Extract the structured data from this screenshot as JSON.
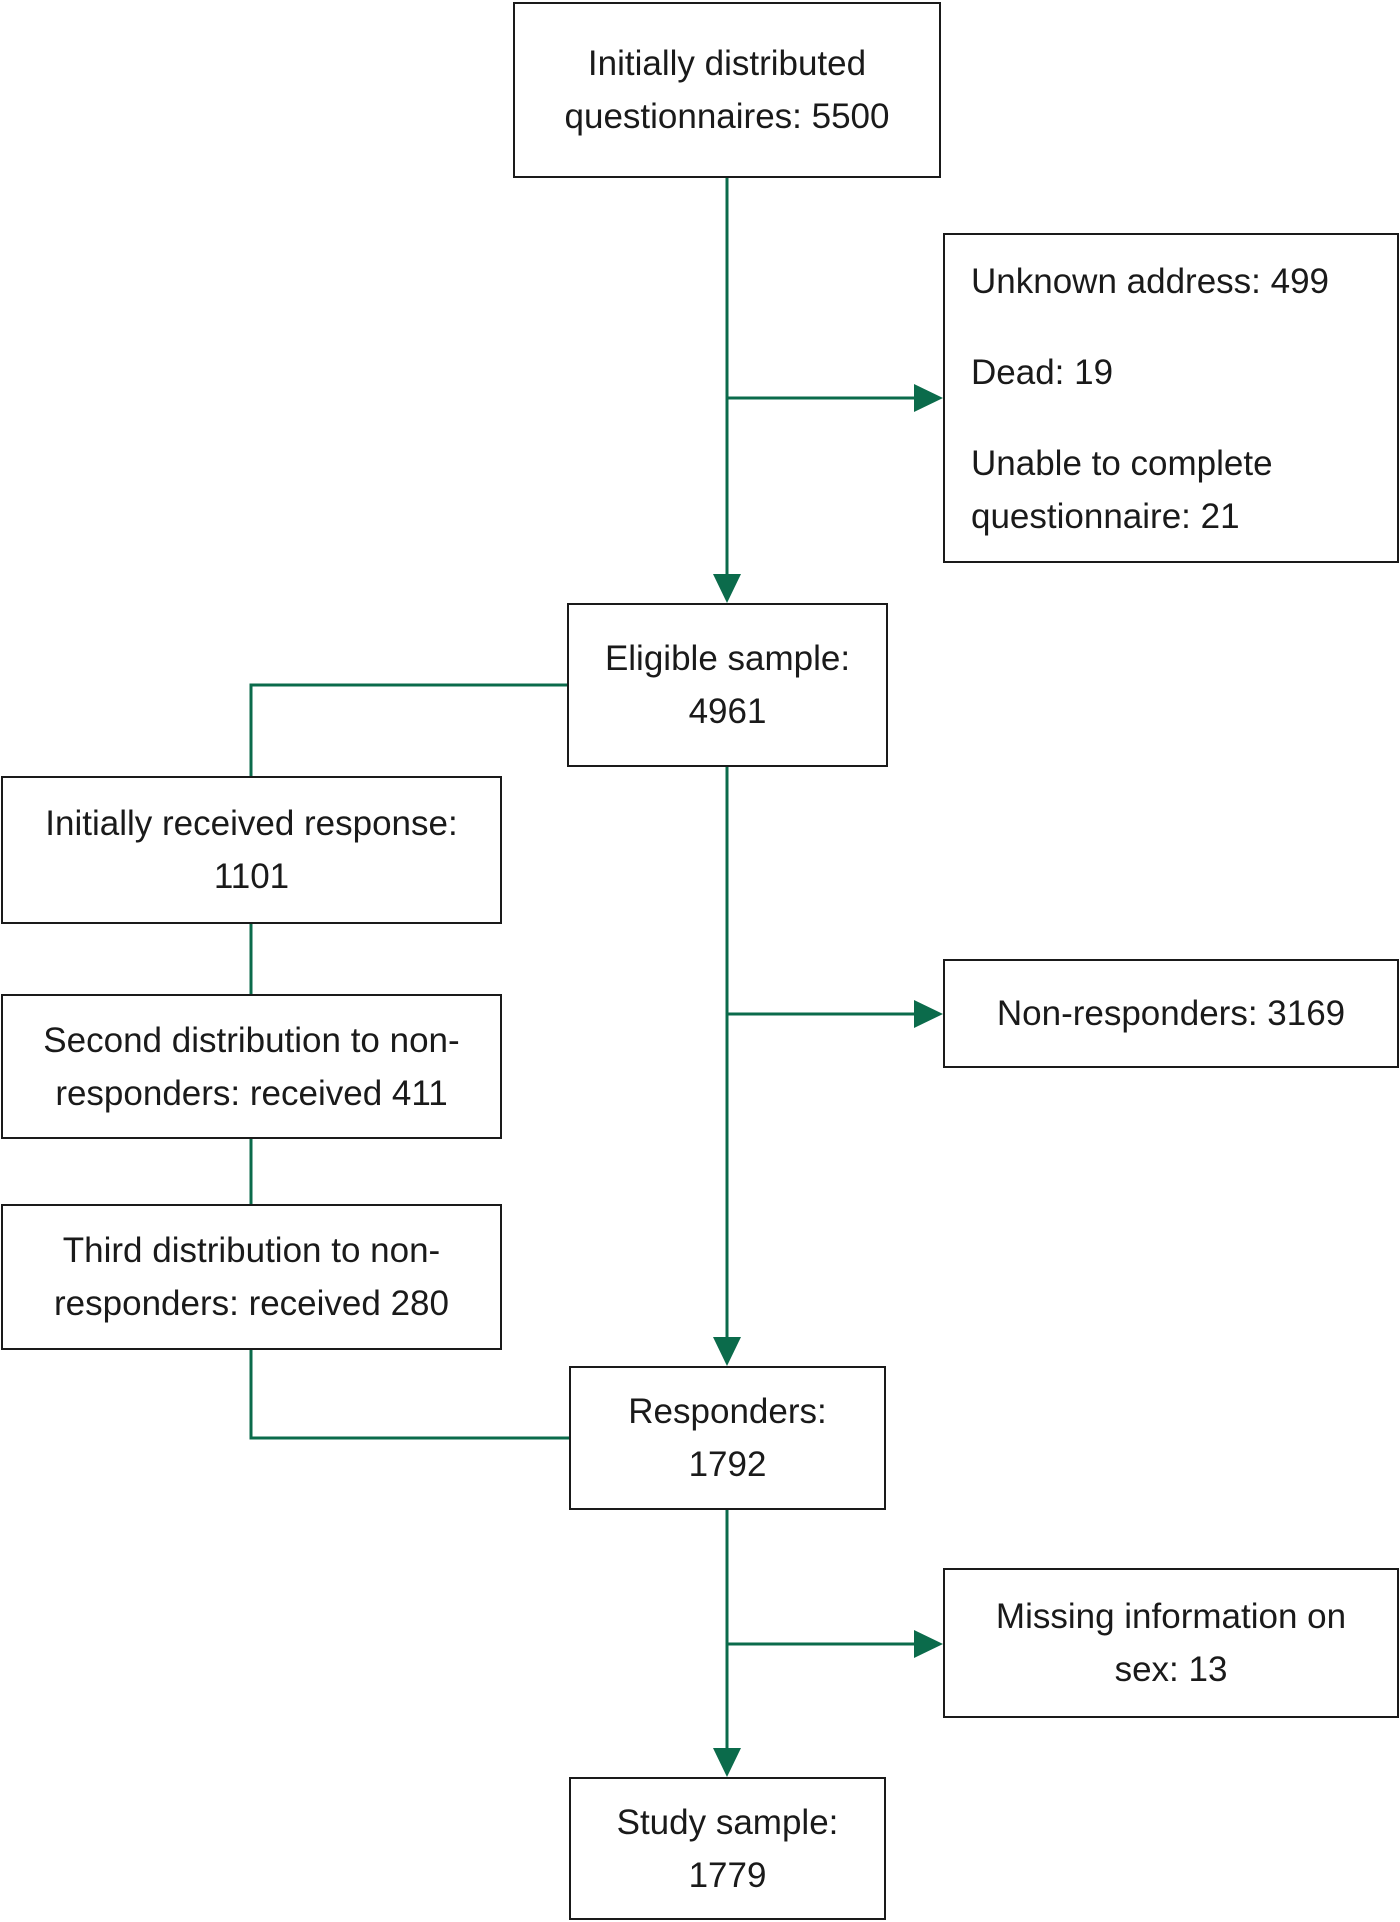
{
  "accent_color": "#0b6b4b",
  "boxes": {
    "distributed": {
      "line1": "Initially distributed",
      "line2": "questionnaires: 5500"
    },
    "excluded": {
      "unknown_address": "Unknown address: 499",
      "dead": "Dead: 19",
      "unable_line1": "Unable to complete",
      "unable_line2": "questionnaire: 21"
    },
    "eligible": {
      "line1": "Eligible sample:",
      "line2": "4961"
    },
    "initial_response": {
      "line1": "Initially received response:",
      "line2": "1101"
    },
    "second_distribution": {
      "line1": "Second distribution to non-",
      "line2": "responders: received 411"
    },
    "third_distribution": {
      "line1": "Third distribution to non-",
      "line2": "responders: received 280"
    },
    "non_responders": {
      "line1": "Non-responders: 3169"
    },
    "responders": {
      "line1": "Responders:",
      "line2": "1792"
    },
    "missing_sex": {
      "line1": "Missing information on",
      "line2": "sex: 13"
    },
    "study_sample": {
      "line1": "Study sample:",
      "line2": "1779"
    }
  }
}
